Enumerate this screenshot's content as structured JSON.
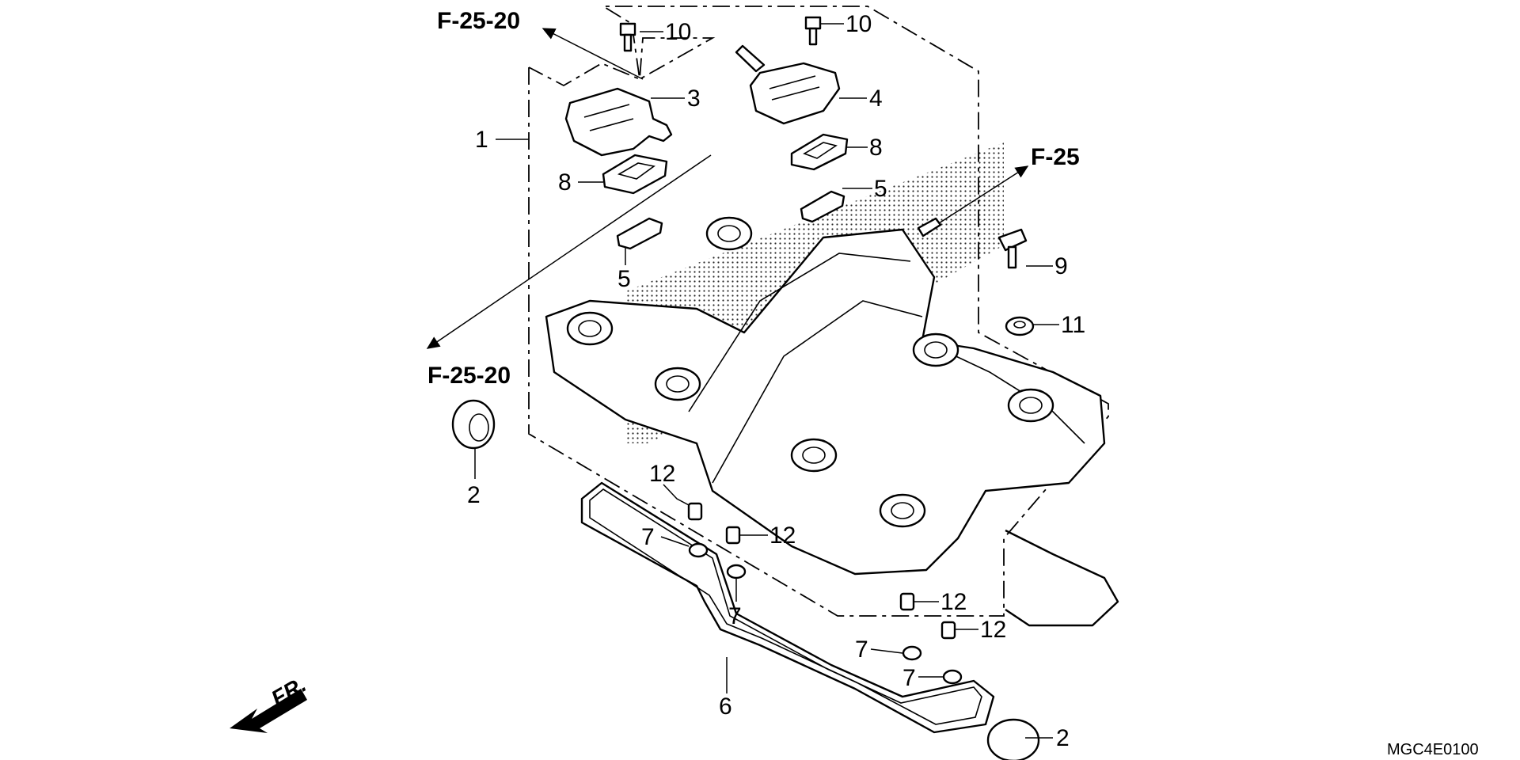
{
  "diagram": {
    "code": "MGC4E0100",
    "front_label": "FR.",
    "references": {
      "top_left": "F-25-20",
      "left": "F-25-20",
      "right": "F-25"
    },
    "callouts": {
      "c1": "1",
      "c2a": "2",
      "c2b": "2",
      "c3": "3",
      "c4": "4",
      "c5a": "5",
      "c5b": "5",
      "c6": "6",
      "c7a": "7",
      "c7b": "7",
      "c7c": "7",
      "c7d": "7",
      "c8a": "8",
      "c8b": "8",
      "c9": "9",
      "c10a": "10",
      "c10b": "10",
      "c11": "11",
      "c12a": "12",
      "c12b": "12",
      "c12c": "12",
      "c12d": "12"
    }
  }
}
